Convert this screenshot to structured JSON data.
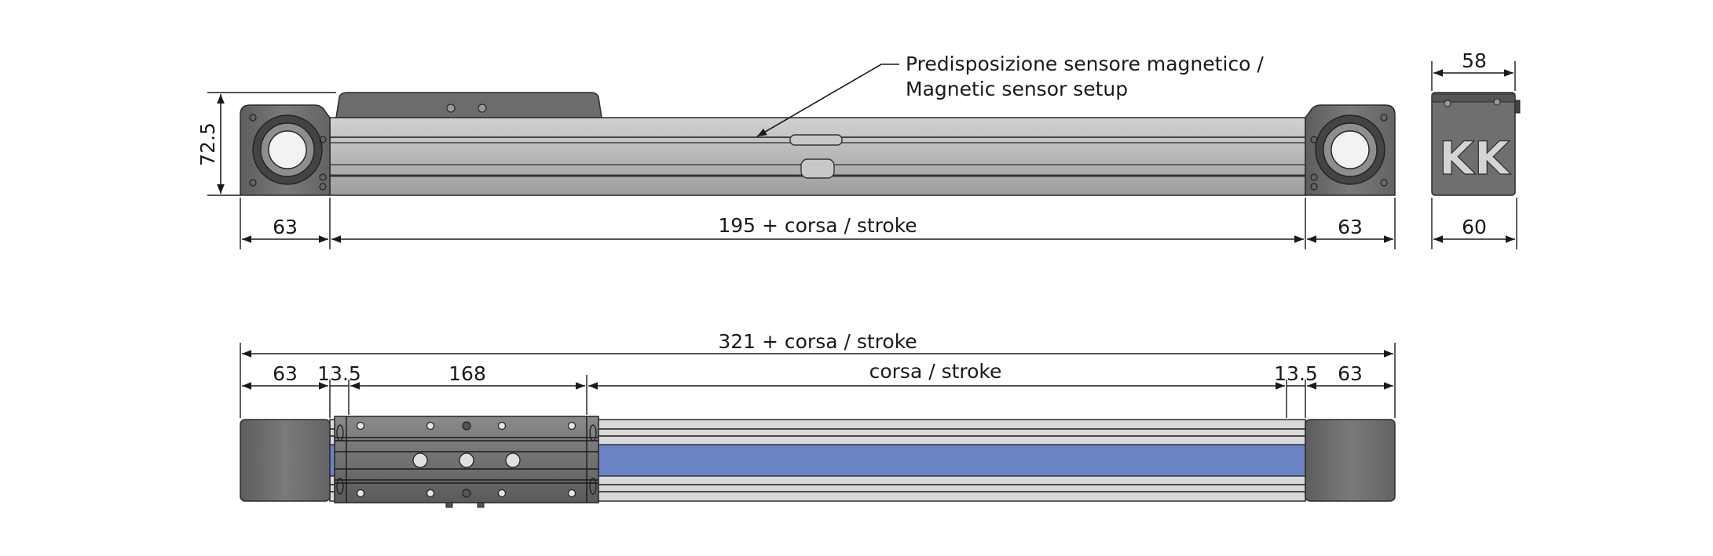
{
  "annotation": {
    "line1": "Predisposizione sensore magnetico /",
    "line2": "Magnetic sensor setup"
  },
  "front_view": {
    "height": "72.5",
    "left_head": "63",
    "body": "195 + corsa / stroke",
    "right_head": "63"
  },
  "side_view": {
    "top_width": "58",
    "bottom_width": "60",
    "logo": "KK"
  },
  "top_view": {
    "overall": "321 + corsa / stroke",
    "left_head": "63",
    "left_gap": "13.5",
    "carriage": "168",
    "stroke": "corsa / stroke",
    "right_gap": "13.5",
    "right_head": "63"
  },
  "colors": {
    "profile": "#b9b9b9",
    "head": "#6e6e6e",
    "belt": "#6b84c6",
    "dark": "#2b2b2b"
  }
}
